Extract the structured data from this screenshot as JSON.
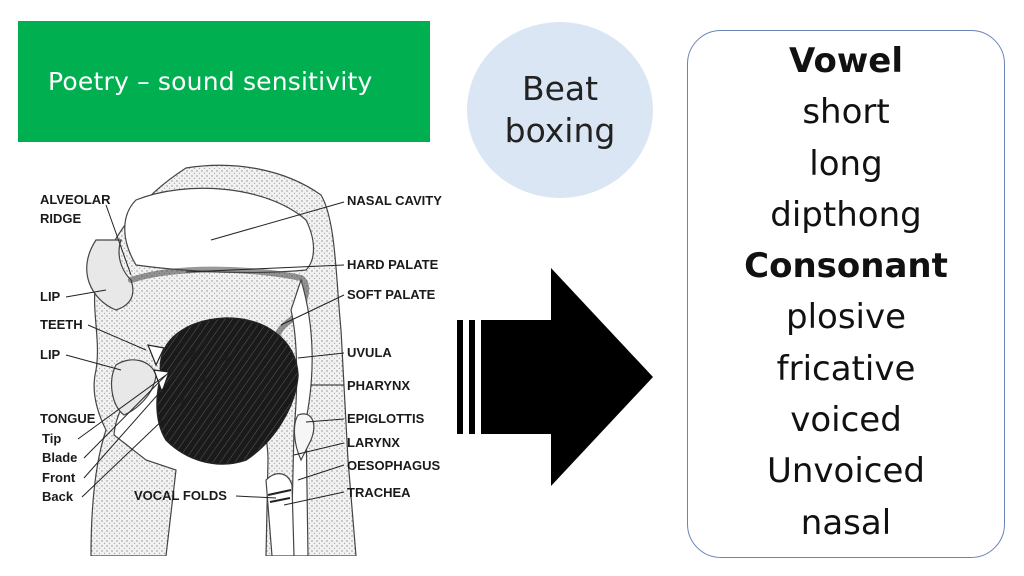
{
  "title": "Poetry – sound sensitivity",
  "bubble": {
    "line1": "Beat",
    "line2": "boxing"
  },
  "diagram": {
    "labels": {
      "alveolar": "ALVEOLAR",
      "ridge": "RIDGE",
      "lip_top": "LIP",
      "teeth": "TEETH",
      "lip_bottom": "LIP",
      "tongue": "TONGUE",
      "tip": "Tip",
      "blade": "Blade",
      "front": "Front",
      "back": "Back",
      "vocal_folds": "VOCAL FOLDS",
      "nasal_cavity": "NASAL CAVITY",
      "hard_palate": "HARD PALATE",
      "soft_palate": "SOFT PALATE",
      "uvula": "UVULA",
      "pharynx": "PHARYNX",
      "epiglottis": "EPIGLOTTIS",
      "larynx": "LARYNX",
      "oesophagus": "OESOPHAGUS",
      "trachea": "TRACHEA"
    }
  },
  "sound_list": {
    "items": [
      {
        "text": "Vowel",
        "bold": true
      },
      {
        "text": "short",
        "bold": false
      },
      {
        "text": "long",
        "bold": false
      },
      {
        "text": "dipthong",
        "bold": false
      },
      {
        "text": "Consonant",
        "bold": true
      },
      {
        "text": "plosive",
        "bold": false
      },
      {
        "text": "fricative",
        "bold": false
      },
      {
        "text": "voiced",
        "bold": false
      },
      {
        "text": "Unvoiced",
        "bold": false
      },
      {
        "text": "nasal",
        "bold": false
      }
    ]
  },
  "colors": {
    "title_bg": "#00b050",
    "bubble_bg": "#dae6f3",
    "list_border": "#6a84b6",
    "arrow": "#000000"
  }
}
